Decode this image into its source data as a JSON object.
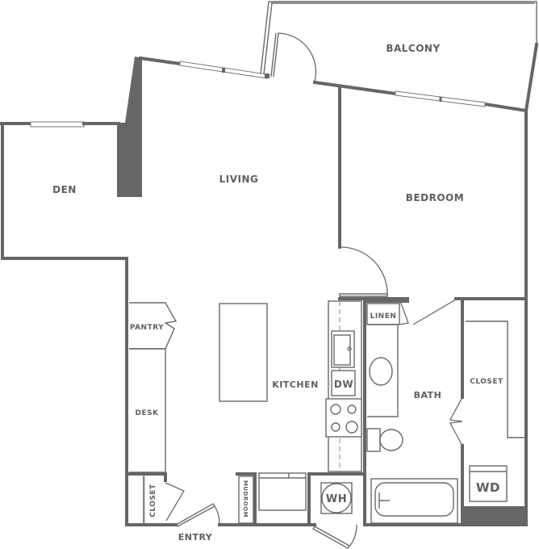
{
  "plan": {
    "type": "apartment floor plan",
    "colors": {
      "wall": "#666666",
      "label": "#5f5f5f",
      "background": "#ffffff"
    },
    "rooms": {
      "balcony": "BALCONY",
      "den": "DEN",
      "living": "LIVING",
      "bedroom": "BEDROOM",
      "pantry": "PANTRY",
      "kitchen": "KITCHEN",
      "desk": "DESK",
      "linen": "LINEN",
      "bath": "BATH",
      "closet_bedroom": "CLOSET",
      "closet_entry": "CLOSET",
      "mudroom": "MUDROOM",
      "entry": "ENTRY"
    },
    "fixtures": {
      "dishwasher": "DW",
      "water_heater": "WH",
      "washer_dryer": "WD"
    }
  }
}
